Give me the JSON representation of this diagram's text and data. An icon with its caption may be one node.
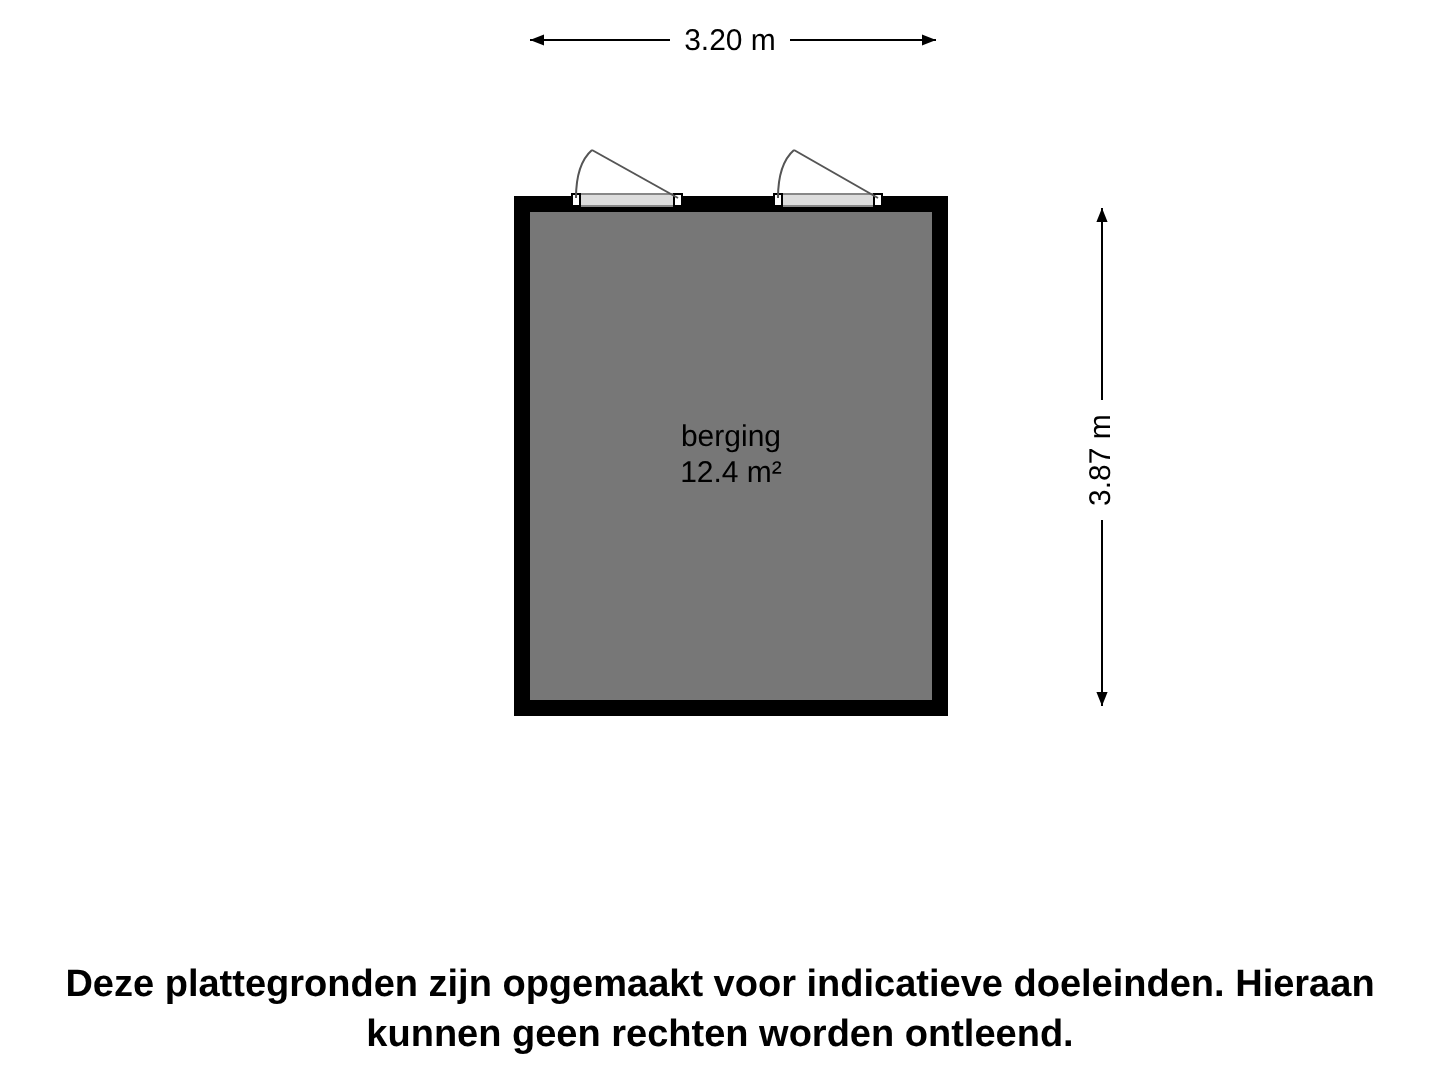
{
  "diagram": {
    "caption": "Deze plattegronden zijn opgemaakt voor indicatieve doeleinden. Hieraan kunnen geen rechten worden ontleend.",
    "nodes": [
      {
        "text": [
          "berging",
          "12.4 m²"
        ]
      }
    ],
    "edges": [],
    "labels": [
      "3.20 m",
      "3.87 m"
    ]
  }
}
